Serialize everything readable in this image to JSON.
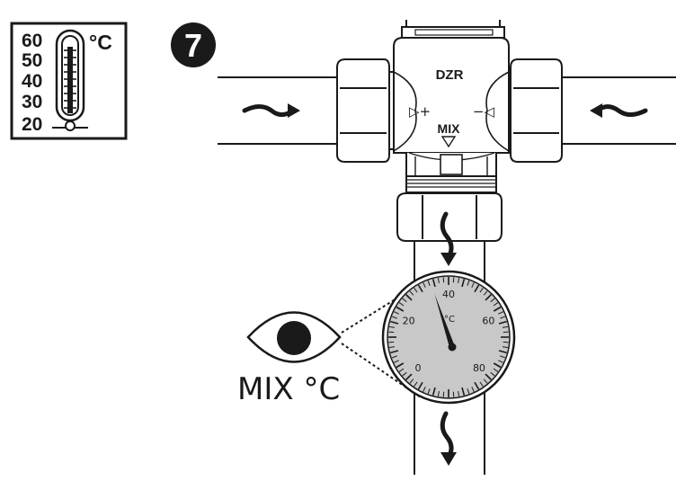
{
  "step": {
    "number": "7"
  },
  "thermometer": {
    "unit": "°C",
    "scale": [
      "60",
      "50",
      "40",
      "30",
      "20"
    ]
  },
  "valve": {
    "brand": "DZR",
    "mix_label": "MIX",
    "hot_symbol": "▷+",
    "cold_symbol": "−◁"
  },
  "gauge": {
    "unit": "°C",
    "ticks": [
      "0",
      "20",
      "40",
      "60",
      "80"
    ],
    "reading": 40
  },
  "eye": {
    "caption": "MIX °C"
  },
  "colors": {
    "line": "#1a1a1a",
    "dial": "#c8c8c8",
    "badge": "#1a1a1a",
    "background": "#ffffff"
  }
}
